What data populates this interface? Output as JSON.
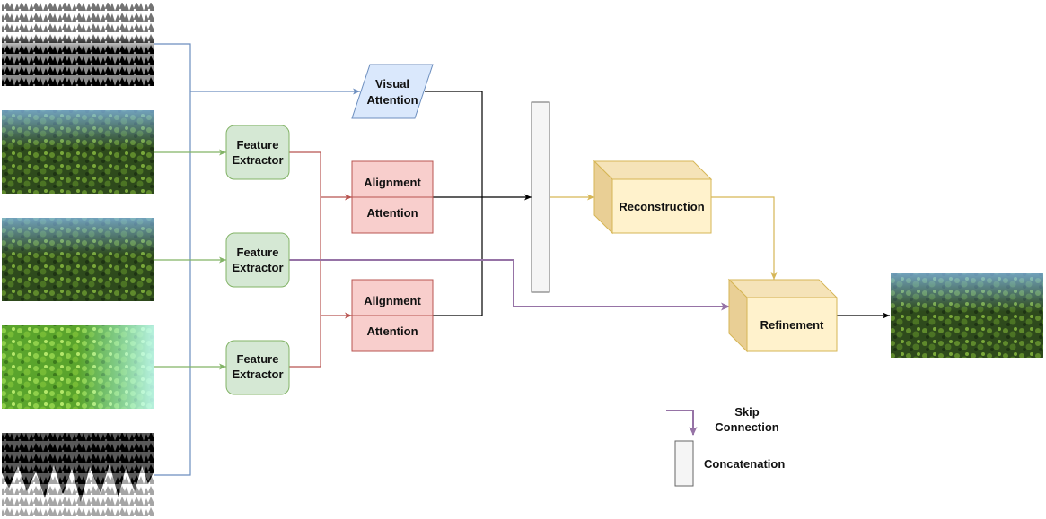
{
  "diagram": {
    "visual_attention": {
      "line1": "Visual",
      "line2": "Attention"
    },
    "feature_extractor": {
      "line1": "Feature",
      "line2": "Extractor"
    },
    "alignment_attention": {
      "top": "Alignment",
      "bottom": "Attention"
    },
    "reconstruction": {
      "label": "Reconstruction"
    },
    "refinement": {
      "label": "Refinement"
    },
    "legend": {
      "skip_line1": "Skip",
      "skip_line2": "Connection",
      "concatenation": "Concatenation"
    }
  },
  "colors": {
    "blue_line": "#6c8ebf",
    "green_line": "#82b366",
    "red_line": "#b85450",
    "purple_line": "#9673a6",
    "yellow_line": "#d6b656",
    "black_line": "#000000",
    "green_box": "#d5e8d4",
    "red_box": "#f8cecc",
    "blue_box": "#dae8fc",
    "yellow_box": "#fff2cc",
    "concat_fill": "#f5f5f5"
  }
}
